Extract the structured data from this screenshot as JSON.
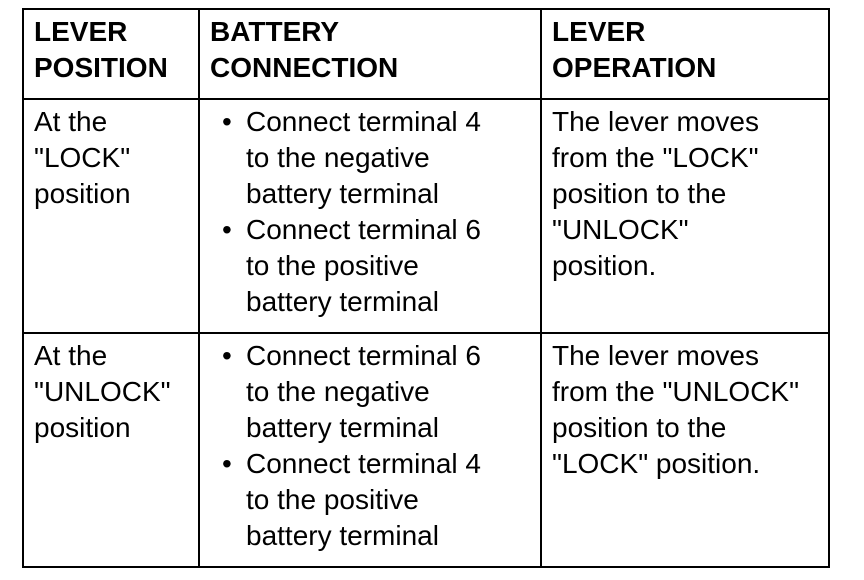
{
  "table": {
    "headers": [
      [
        "LEVER",
        "POSITION"
      ],
      [
        "BATTERY",
        "CONNECTION"
      ],
      [
        "LEVER",
        "OPERATION"
      ]
    ],
    "rows": [
      {
        "position": [
          "At the",
          "\"LOCK\"",
          "position"
        ],
        "connection": [
          [
            "Connect terminal 4",
            "to the negative",
            "battery terminal"
          ],
          [
            "Connect terminal 6",
            "to the positive",
            "battery terminal"
          ]
        ],
        "operation": [
          "The lever moves",
          "from the \"LOCK\"",
          "position to the",
          "\"UNLOCK\"",
          "position."
        ]
      },
      {
        "position": [
          "At the",
          "\"UNLOCK\"",
          "position"
        ],
        "connection": [
          [
            "Connect terminal 6",
            "to the negative",
            "battery terminal"
          ],
          [
            "Connect terminal 4",
            "to the positive",
            "battery terminal"
          ]
        ],
        "operation": [
          "The lever moves",
          "from the \"UNLOCK\"",
          "position to the",
          "\"LOCK\" position."
        ]
      }
    ],
    "bullet_glyph": "•"
  }
}
